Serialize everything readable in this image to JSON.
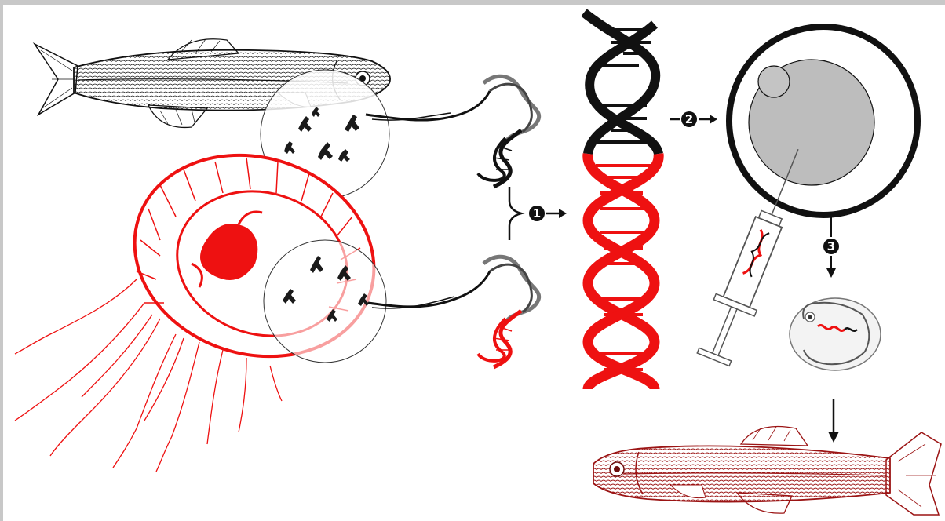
{
  "steps": [
    {
      "number": "1"
    },
    {
      "number": "2"
    },
    {
      "number": "3"
    }
  ],
  "colors": {
    "donor_gene": "#ee1111",
    "host_dna": "#111111",
    "transgenic_fish": "#9b1414",
    "egg_cytoplasm": "#bdbdbd",
    "frame_border": "#c8c8c8"
  },
  "icons": [
    "zebrafish-icon",
    "jellyfish-icon",
    "chromosome-icon",
    "dna-helix-icon",
    "recombinant-dna-icon",
    "fertilized-egg-icon",
    "syringe-icon",
    "embryo-icon",
    "transgenic-zebrafish-icon"
  ]
}
